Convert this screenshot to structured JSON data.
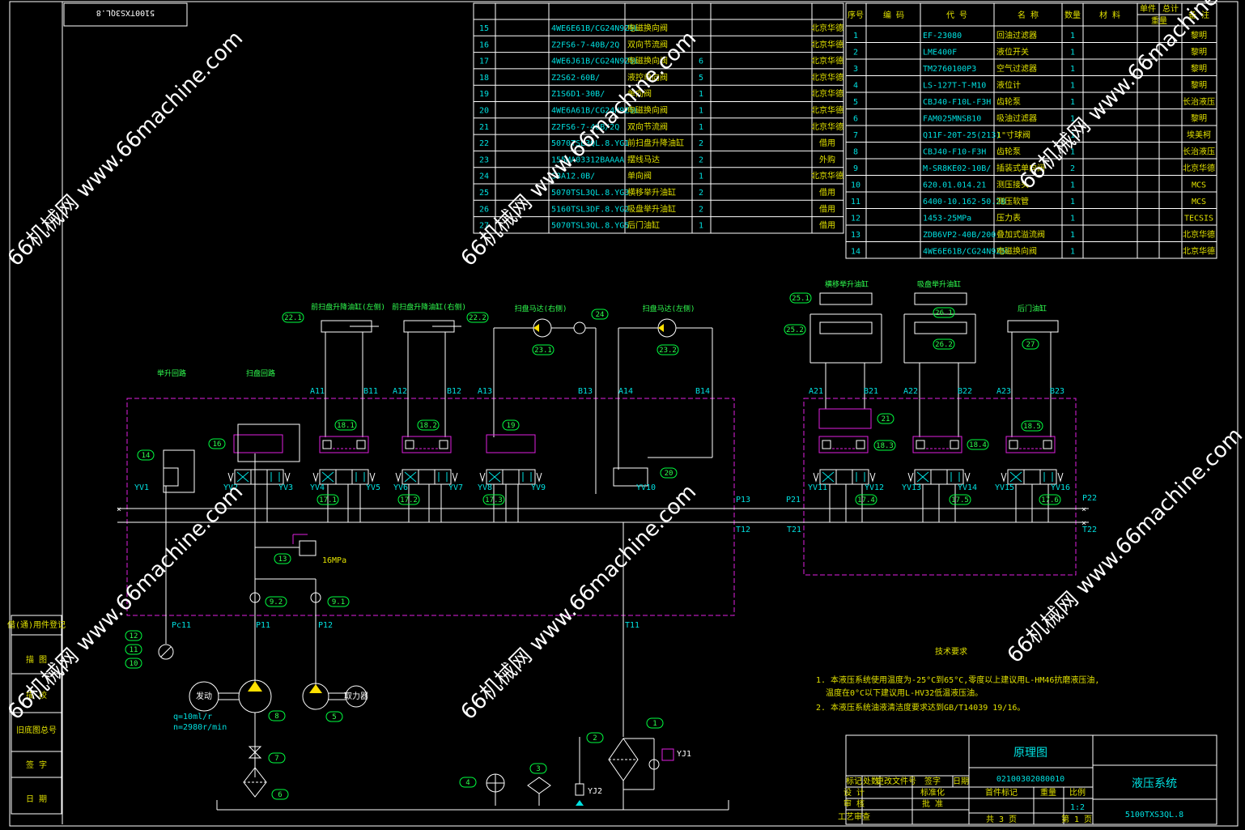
{
  "drawing_number_box": "5100TXS3QL.8",
  "watermark": "66机械网 www.66machine.com",
  "parts_table_a": {
    "rows": [
      {
        "no": "15",
        "code": "4WE6E61B/CG24N9Z5L",
        "name": "电磁换向阀",
        "qty": "",
        "note": "北京华德"
      },
      {
        "no": "16",
        "code": "Z2FS6-7-40B/2Q",
        "name": "双向节流阀",
        "qty": "",
        "note": "北京华德"
      },
      {
        "no": "17",
        "code": "4WE6J61B/CG24N9Z5L",
        "name": "电磁换向阀",
        "qty": "6",
        "note": "北京华德"
      },
      {
        "no": "18",
        "code": "Z2S62-60B/",
        "name": "液控单向阀",
        "qty": "5",
        "note": "北京华德"
      },
      {
        "no": "19",
        "code": "Z1S6D1-30B/",
        "name": "单向阀",
        "qty": "1",
        "note": "北京华德"
      },
      {
        "no": "20",
        "code": "4WE6A61B/CG24N9Z5L",
        "name": "电磁换向阀",
        "qty": "1",
        "note": "北京华德"
      },
      {
        "no": "21",
        "code": "Z2FS6-7-40B/2Q",
        "name": "双向节流阀",
        "qty": "1",
        "note": "北京华德"
      },
      {
        "no": "22",
        "code": "5070TSL3QL.8.YG1",
        "name": "前扫盘升降油缸",
        "qty": "2",
        "note": "借用"
      },
      {
        "no": "23",
        "code": "155MA03312BAAAA",
        "name": "摆线马达",
        "qty": "2",
        "note": "外购"
      },
      {
        "no": "24",
        "code": "S8A12.0B/",
        "name": "单向阀",
        "qty": "1",
        "note": "北京华德"
      },
      {
        "no": "25",
        "code": "5070TSL3QL.8.YG3",
        "name": "横移举升油缸",
        "qty": "2",
        "note": "借用"
      },
      {
        "no": "26",
        "code": "5160TSL3DF.8.YG2",
        "name": "吸盘举升油缸",
        "qty": "2",
        "note": "借用"
      },
      {
        "no": "27",
        "code": "5070TSL3QL.8.YG5",
        "name": "后门油缸",
        "qty": "1",
        "note": "借用"
      }
    ]
  },
  "parts_table_b": {
    "headers": {
      "no": "序号",
      "code": "编 码",
      "model": "代 号",
      "name": "名 称",
      "qty": "数量",
      "material": "材 料",
      "unit_weight": "单件",
      "total_weight": "总计",
      "weight": "重量",
      "note": "备 注"
    },
    "rows": [
      {
        "no": "1",
        "model": "EF-23080",
        "name": "回油过滤器",
        "qty": "1",
        "note": "黎明"
      },
      {
        "no": "2",
        "model": "LME400F",
        "name": "液位开关",
        "qty": "1",
        "note": "黎明"
      },
      {
        "no": "3",
        "model": "TM2760100P3",
        "name": "空气过滤器",
        "qty": "1",
        "note": "黎明"
      },
      {
        "no": "4",
        "model": "LS-127T-T-M10",
        "name": "液位计",
        "qty": "1",
        "note": "黎明"
      },
      {
        "no": "5",
        "model": "CBJ40-F10L-F3H",
        "name": "齿轮泵",
        "qty": "1",
        "note": "长治液压"
      },
      {
        "no": "6",
        "model": "FAM025MNSB10",
        "name": "吸油过滤器",
        "qty": "1",
        "note": "黎明"
      },
      {
        "no": "7",
        "model": "Q11F-20T-25(213)",
        "name": "1\"寸球阀",
        "qty": "1",
        "note": "埃美柯"
      },
      {
        "no": "8",
        "model": "CBJ40-F10-F3H",
        "name": "齿轮泵",
        "qty": "1",
        "note": "长治液压"
      },
      {
        "no": "9",
        "model": "M-SR8KE02-10B/",
        "name": "插装式单向阀",
        "qty": "2",
        "note": "北京华德"
      },
      {
        "no": "10",
        "model": "620.01.014.21",
        "name": "测压接头",
        "qty": "1",
        "note": "MCS"
      },
      {
        "no": "11",
        "model": "6400-10.162-50.2B",
        "name": "测压软管",
        "qty": "1",
        "note": "MCS"
      },
      {
        "no": "12",
        "model": "1453-25MPa",
        "name": "压力表",
        "qty": "1",
        "note": "TECSIS"
      },
      {
        "no": "13",
        "model": "ZDB6VP2-40B/200",
        "name": "叠加式溢流阀",
        "qty": "1",
        "note": "北京华德"
      },
      {
        "no": "14",
        "model": "4WE6E61B/CG24N9Z5L",
        "name": "电磁换向阀",
        "qty": "1",
        "note": "北京华德"
      }
    ]
  },
  "actuators": {
    "c1": "前扫盘升降油缸(左侧)",
    "c2": "前扫盘升降油缸(右侧)",
    "m1": "扫盘马达(右侧)",
    "m2": "扫盘马达(左侧)",
    "c3": "横移举升油缸",
    "c4": "吸盘举升油缸",
    "c5": "后门油缸"
  },
  "group_labels": {
    "g1": "举升回路",
    "g2": "扫盘回路"
  },
  "bubbles": [
    "22.1",
    "22.2",
    "24",
    "23.1",
    "23.2",
    "25.1",
    "25.2",
    "26.1",
    "26.2",
    "27",
    "18.1",
    "18.2",
    "19",
    "16",
    "14",
    "20",
    "21",
    "18.3",
    "18.4",
    "18.5",
    "17.1",
    "17.2",
    "17.3",
    "17.4",
    "17.5",
    "17.6",
    "13",
    "9.2",
    "9.1",
    "12",
    "11",
    "10",
    "8",
    "5",
    "7",
    "6",
    "1",
    "2",
    "3",
    "4"
  ],
  "ports": [
    "A11",
    "B11",
    "A12",
    "B12",
    "A13",
    "B13",
    "A14",
    "B14",
    "A21",
    "B21",
    "A22",
    "B22",
    "A23",
    "B23",
    "P13",
    "P21",
    "P22",
    "T12",
    "T21",
    "T22",
    "P11",
    "P12",
    "Pc11",
    "T11"
  ],
  "solenoids": [
    "YV1",
    "YV2",
    "YV3",
    "YV4",
    "YV5",
    "YV6",
    "YV7",
    "YV8",
    "YV9",
    "YV10",
    "YV11",
    "YV12",
    "YV13",
    "YV14",
    "YV15",
    "YV16"
  ],
  "pressure_setting": "16MPa",
  "engine_left": "发动",
  "engine_right": "取力器",
  "pump_spec": [
    "q=10ml/r",
    "n=2980r/min"
  ],
  "level_switch": "YJ1",
  "level_switch2": "YJ2",
  "tech_req": {
    "title": "技术要求",
    "line1": "1. 本液压系统使用温度为-25°C到65°C,零度以上建议用L-HM46抗磨液压油,",
    "line2": "温度在0°C以下建议用L-HV32低温液压油。",
    "line3": "2. 本液压系统油液清洁度要求达到GB/T14039 19/16。"
  },
  "left_strip": [
    "借(通)用件登记",
    "描 图",
    "描 校",
    "旧底图总号",
    "签 字",
    "日 期"
  ],
  "title_block": {
    "drawing_title": "原理图",
    "code": "02100302080010",
    "system_name": "液压系统",
    "drawing_no": "5100TXS3QL.8",
    "scale": "1:2",
    "sheet_total": "共 3 页",
    "sheet_no": "第 1 页",
    "labels": [
      "标记",
      "处数",
      "更改文件号",
      "签字",
      "日期",
      "设 计",
      "审 核",
      "工艺审查",
      "标准化",
      "批 准",
      "首件标记",
      "重量",
      "比例"
    ]
  }
}
